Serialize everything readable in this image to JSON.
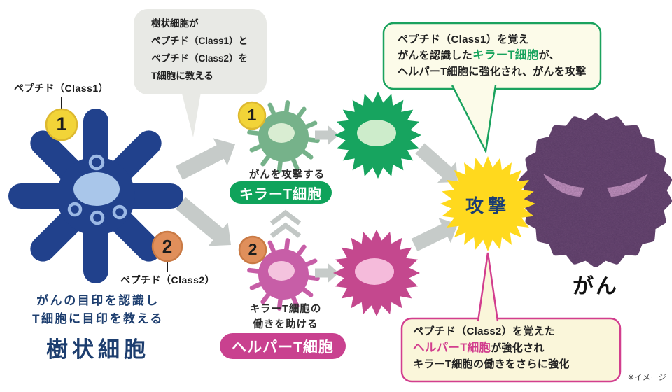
{
  "colors": {
    "navy_text": "#1d3e6f",
    "dendritic_blue": "#21418c",
    "killer_green_large": "#17a45f",
    "killer_green_small": "#76b28a",
    "helper_pink_large": "#c4488e",
    "helper_pink_small": "#c75ea7",
    "badge_green": "#0fa35b",
    "badge_pink": "#c9418f",
    "peptide1_yellow": "#f2d438",
    "peptide2_orange": "#e08f5b",
    "attack_yellow": "#ffd91e",
    "cancer_purple": "#6b4a73",
    "arrow_gray": "#c6cbc9",
    "green_bubble_border": "#1aa25e",
    "pink_bubble_border": "#d23e8e"
  },
  "dendritic": {
    "peptide1_label": "ペプチド（Class1）",
    "peptide1_number": "1",
    "peptide2_label": "ペプチド（Class2）",
    "peptide2_number": "2",
    "caption_line1": "がんの目印を認識し",
    "caption_line2": "T細胞に目印を教える",
    "title": "樹状細胞"
  },
  "gray_bubble": {
    "line1": "樹状細胞が",
    "line2": "ペプチド（Class1）と",
    "line3": "ペプチド（Class2）を",
    "line4_bold": "T細胞",
    "line4_rest": "に教える"
  },
  "killer": {
    "number": "1",
    "desc": "がんを攻撃する",
    "badge": "キラーT細胞"
  },
  "helper": {
    "number": "2",
    "desc_line1": "キラーT細胞の",
    "desc_line2": "働きを助ける",
    "badge": "ヘルパーT細胞"
  },
  "attack_label": "攻撃",
  "cancer_label": "がん",
  "green_bubble": {
    "line1": "ペプチド（Class1）を覚え",
    "line2_pre": "がんを認識した",
    "line2_highlight": "キラーT細胞",
    "line2_post": "が、",
    "line3": "ヘルパーT細胞に強化され、がんを攻撃"
  },
  "pink_bubble": {
    "line1": "ペプチド（Class2）を覚えた",
    "line2_highlight": "ヘルパーT細胞",
    "line2_post": "が強化され",
    "line3": "キラーT細胞の働きをさらに強化"
  },
  "note": "※イメージ"
}
